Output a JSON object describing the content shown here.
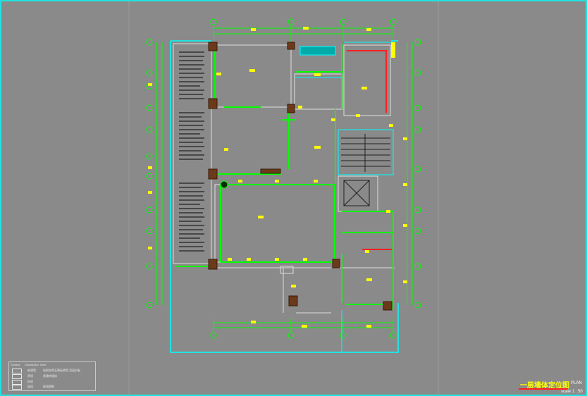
{
  "title_block": {
    "title": "一层墙体定位图",
    "label": "PLAN",
    "scale": "scale 1 : 50"
  },
  "legend": {
    "headers": [
      "Symbol",
      "Description",
      "Note"
    ],
    "rows": [
      {
        "code": "新建墙",
        "desc": "轻钢龙骨石膏板隔墙 双面封板"
      },
      {
        "code": "原墙",
        "desc": "原建筑墙体"
      },
      {
        "code": "拆除",
        "desc": ""
      },
      {
        "code": "玻璃",
        "desc": "玻璃隔断"
      }
    ]
  },
  "colors": {
    "background": "#8a8a8a",
    "frame": "#00ffff",
    "dimension": "#00ff00",
    "new_wall": "#00ff00",
    "existing_wall": "#ffffff",
    "column": "#8b4513",
    "room_tag": "#ffff00",
    "demolish": "#ff2020",
    "glass": "#00ffff"
  }
}
